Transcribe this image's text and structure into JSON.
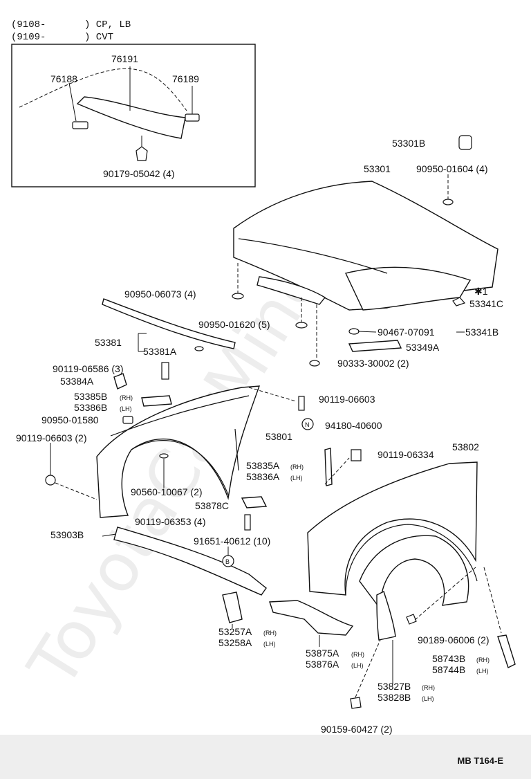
{
  "header": {
    "line1_code": "(9108-",
    "line1_note": ") CP, LB",
    "line2_code": "(9109-",
    "line2_note": ") CVT"
  },
  "inset_parts": {
    "p76191": "76191",
    "p76188": "76188",
    "p76189": "76189",
    "p90179": "90179-05042 (4)"
  },
  "parts": {
    "p53301B": "53301B",
    "p53301": "53301",
    "p90950_01604": "90950-01604 (4)",
    "p90950_06073": "90950-06073 (4)",
    "p53341C": "53341C",
    "p_star": "✱1",
    "p90950_01620": "90950-01620 (5)",
    "p90467": "90467-07091",
    "p53341B": "53341B",
    "p53381": "53381",
    "p53381A": "53381A",
    "p53349A": "53349A",
    "p90119_06586": "90119-06586 (3)",
    "p90333": "90333-30002 (2)",
    "p53384A": "53384A",
    "p53385B": "53385B",
    "p53385B_side": "(RH)",
    "p53386B": "53386B",
    "p53386B_side": "(LH)",
    "p90119_06603a": "90119-06603",
    "p94180": "94180-40600",
    "n_circle": "N",
    "p90950_01580": "90950-01580",
    "p53801": "53801",
    "p90119_06603b": "90119-06603 (2)",
    "p53802": "53802",
    "p90119_06334": "90119-06334",
    "p53835A": "53835A",
    "p53835A_side": "(RH)",
    "p53836A": "53836A",
    "p53836A_side": "(LH)",
    "p90560": "90560-10067 (2)",
    "p53878C": "53878C",
    "p90119_06353": "90119-06353 (4)",
    "p53903B": "53903B",
    "p91651": "91651-40612 (10)",
    "b_circle": "B",
    "p53257A": "53257A",
    "p53257A_side": "(RH)",
    "p53258A": "53258A",
    "p53258A_side": "(LH)",
    "p53875A": "53875A",
    "p53875A_side": "(RH)",
    "p53876A": "53876A",
    "p53876A_side": "(LH)",
    "p90189": "90189-06006 (2)",
    "p58743B": "58743B",
    "p58743B_side": "(RH)",
    "p58744B": "58744B",
    "p58744B_side": "(LH)",
    "p53827B": "53827B",
    "p53827B_side": "(RH)",
    "p53828B": "53828B",
    "p53828B_side": "(LH)",
    "p90159": "90159-60427 (2)"
  },
  "watermark": "ToyotaCarMine.ru",
  "footer": {
    "code": "MB T164-E"
  }
}
